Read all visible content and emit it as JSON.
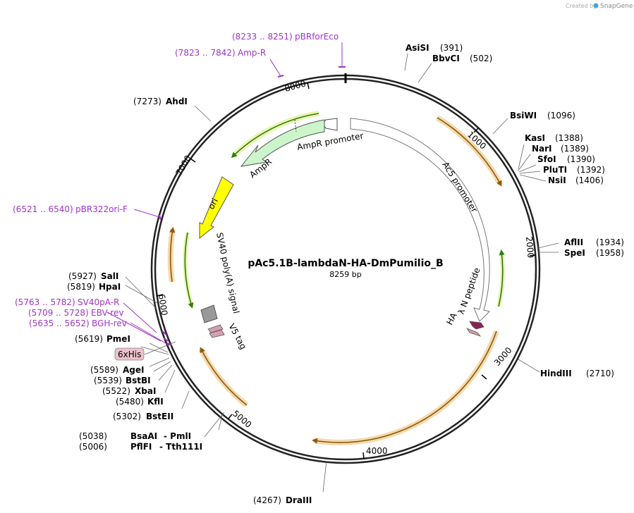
{
  "credit": {
    "prefix": "Created by",
    "brand": "SnapGene"
  },
  "plasmid": {
    "name": "pAc5.1B-lambdaN-HA-DmPumilio_B",
    "size_label": "8259 bp"
  },
  "ticks": [
    "1000",
    "2000",
    "3000",
    "4000",
    "5000",
    "6000",
    "7000",
    "8000"
  ],
  "sites": {
    "asisi": {
      "name": "AsiSI",
      "pos": "(391)"
    },
    "bbvci": {
      "name": "BbvCI",
      "pos": "(502)"
    },
    "bsiwi": {
      "name": "BsiWI",
      "pos": "(1096)"
    },
    "kasi": {
      "name": "KasI",
      "pos": "(1388)"
    },
    "nari": {
      "name": "NarI",
      "pos": "(1389)"
    },
    "sfoi": {
      "name": "SfoI",
      "pos": "(1390)"
    },
    "pluti": {
      "name": "PluTI",
      "pos": "(1392)"
    },
    "nsii": {
      "name": "NsiI",
      "pos": "(1406)"
    },
    "aflii": {
      "name": "AflII",
      "pos": "(1934)"
    },
    "spei": {
      "name": "SpeI",
      "pos": "(1958)"
    },
    "hindiii": {
      "name": "HindIII",
      "pos": "(2710)"
    },
    "draiii": {
      "name": "DraIII",
      "pos": "(4267)"
    },
    "pmli": {
      "name": "BsaAI",
      "pos": "(5038)",
      "name2": "- PmlI"
    },
    "tth": {
      "name": "PflFI",
      "pos": "(5006)",
      "name2": "- Tth111I"
    },
    "bsteii": {
      "name": "BstEII",
      "pos": "(5302)"
    },
    "kfli": {
      "name": "KflI",
      "pos": "(5480)"
    },
    "xbai": {
      "name": "XbaI",
      "pos": "(5522)"
    },
    "bstbi": {
      "name": "BstBI",
      "pos": "(5539)"
    },
    "agei": {
      "name": "AgeI",
      "pos": "(5589)"
    },
    "pmei": {
      "name": "PmeI",
      "pos": "(5619)"
    },
    "hpai": {
      "name": "HpaI",
      "pos": "(5819)"
    },
    "sali": {
      "name": "SalI",
      "pos": "(5927)"
    },
    "ahdi": {
      "name": "AhdI",
      "pos": "(7273)"
    }
  },
  "primers": {
    "pbrforeco": {
      "range": "(8233 .. 8251)",
      "name": "pBRforEco"
    },
    "ampr": {
      "range": "(7823 .. 7842)",
      "name": "Amp-R"
    },
    "pbr322ori": {
      "range": "(6521 .. 6540)",
      "name": "pBR322ori-F"
    },
    "sv40pa": {
      "range": "(5763 .. 5782)",
      "name": "SV40pA-R"
    },
    "ebv": {
      "range": "(5709 .. 5728)",
      "name": "EBV-rev"
    },
    "bgh": {
      "range": "(5635 .. 5652)",
      "name": "BGH-rev"
    }
  },
  "features": {
    "ampr_promoter": "AmpR promoter",
    "ampr": "AmpR",
    "ori": "ori",
    "sv40": "SV40 poly(A) signal",
    "v5": "V5 tag",
    "ac5": "Ac5 promoter",
    "lambdan": "λ N peptide",
    "ha": "HA",
    "his": "6xHis"
  },
  "colors": {
    "primer": "#a033c8",
    "orf_highlight": "#f5d9a8",
    "orf_arrow": "#8a5a14",
    "green_arrow": "#4b8f1a",
    "ampr_fill": "#ccf5cc",
    "ori_fill": "#ffff00",
    "polya_fill": "#999999",
    "tag_fill": "#d79eb0",
    "lambdan_fill": "#8b2252",
    "his_fill": "#ebc1cc"
  }
}
